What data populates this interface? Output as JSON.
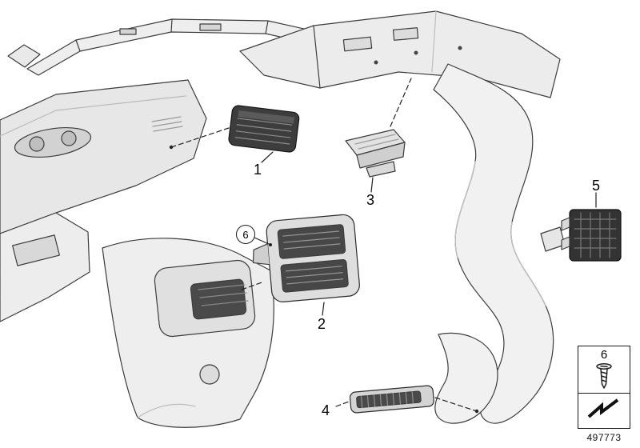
{
  "diagram": {
    "id_number": "497773",
    "callouts": {
      "1": "1",
      "2": "2",
      "3": "3",
      "4": "4",
      "5": "5",
      "6": "6"
    },
    "legend_box": {
      "number": "6",
      "icons": [
        "screw-icon",
        "clip-direction-icon"
      ]
    },
    "colors": {
      "background": "#ffffff",
      "line": "#3c3c3c",
      "grille_dark": "#3d3d3d"
    }
  }
}
